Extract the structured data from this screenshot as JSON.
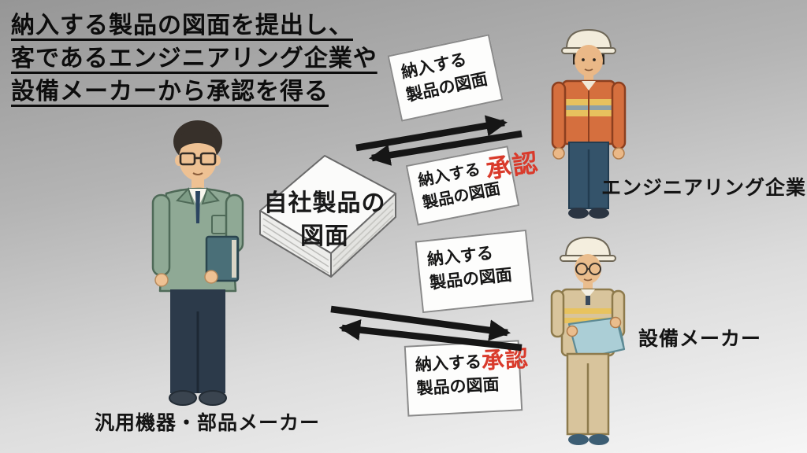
{
  "title": {
    "line1": "納入する製品の図面を提出し、",
    "line2": "客であるエンジニアリング企業や",
    "line3": "設備メーカーから承認を得る"
  },
  "center_document": {
    "line1": "自社製品の",
    "line2": "図面"
  },
  "actors": {
    "supplier": {
      "label": "汎用機器・部品メーカー"
    },
    "engineering": {
      "label": "エンジニアリング企業"
    },
    "equipment": {
      "label": "設備メーカー"
    }
  },
  "flow_labels": {
    "submit_to_engineering": {
      "line1": "納入する",
      "line2": "製品の図面"
    },
    "approved_from_engineering": {
      "line1": "納入する",
      "line2": "製品の図面",
      "stamp": "承認"
    },
    "submit_to_equipment": {
      "line1": "納入する",
      "line2": "製品の図面"
    },
    "approved_from_equipment": {
      "line1": "納入する",
      "line2": "製品の図面",
      "stamp": "承認"
    }
  },
  "colors": {
    "stamp_red": "#d93a2b",
    "arrow_black": "#161616",
    "box_border": "#8a8a8a",
    "supplier_jacket_green": "#8fa995",
    "engineering_jacket_orange": "#d56f3e",
    "equipment_uniform_tan": "#d8c49c"
  }
}
